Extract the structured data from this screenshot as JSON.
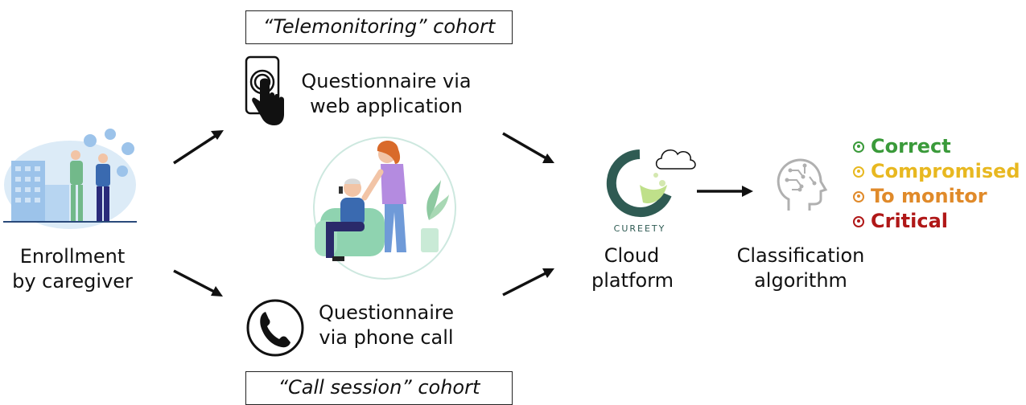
{
  "cohorts": {
    "telemonitoring": "“Telemonitoring” cohort",
    "call_session": "“Call session” cohort"
  },
  "enrollment": {
    "line1": "Enrollment",
    "line2": "by caregiver"
  },
  "questionnaire_web": {
    "line1": "Questionnaire via",
    "line2": "web application"
  },
  "questionnaire_phone": {
    "line1": "Questionnaire",
    "line2": "via phone call"
  },
  "cloud": {
    "line1": "Cloud",
    "line2": "platform",
    "logo_text": "CUREETY"
  },
  "classification": {
    "line1": "Classification",
    "line2": "algorithm"
  },
  "statuses": [
    {
      "label": "Correct",
      "color": "#3a9a3a"
    },
    {
      "label": "Compromised",
      "color": "#e8b820"
    },
    {
      "label": "To monitor",
      "color": "#e08a2a"
    },
    {
      "label": "Critical",
      "color": "#b01818"
    }
  ],
  "icons": {
    "enrollment": "hospital-caregivers-illustration",
    "web": "touchscreen-tap-icon",
    "phone": "phone-handset-icon",
    "center": "elderly-patient-with-caregiver-illustration",
    "cloud": "cloud-icon",
    "brain": "ai-head-icon"
  }
}
